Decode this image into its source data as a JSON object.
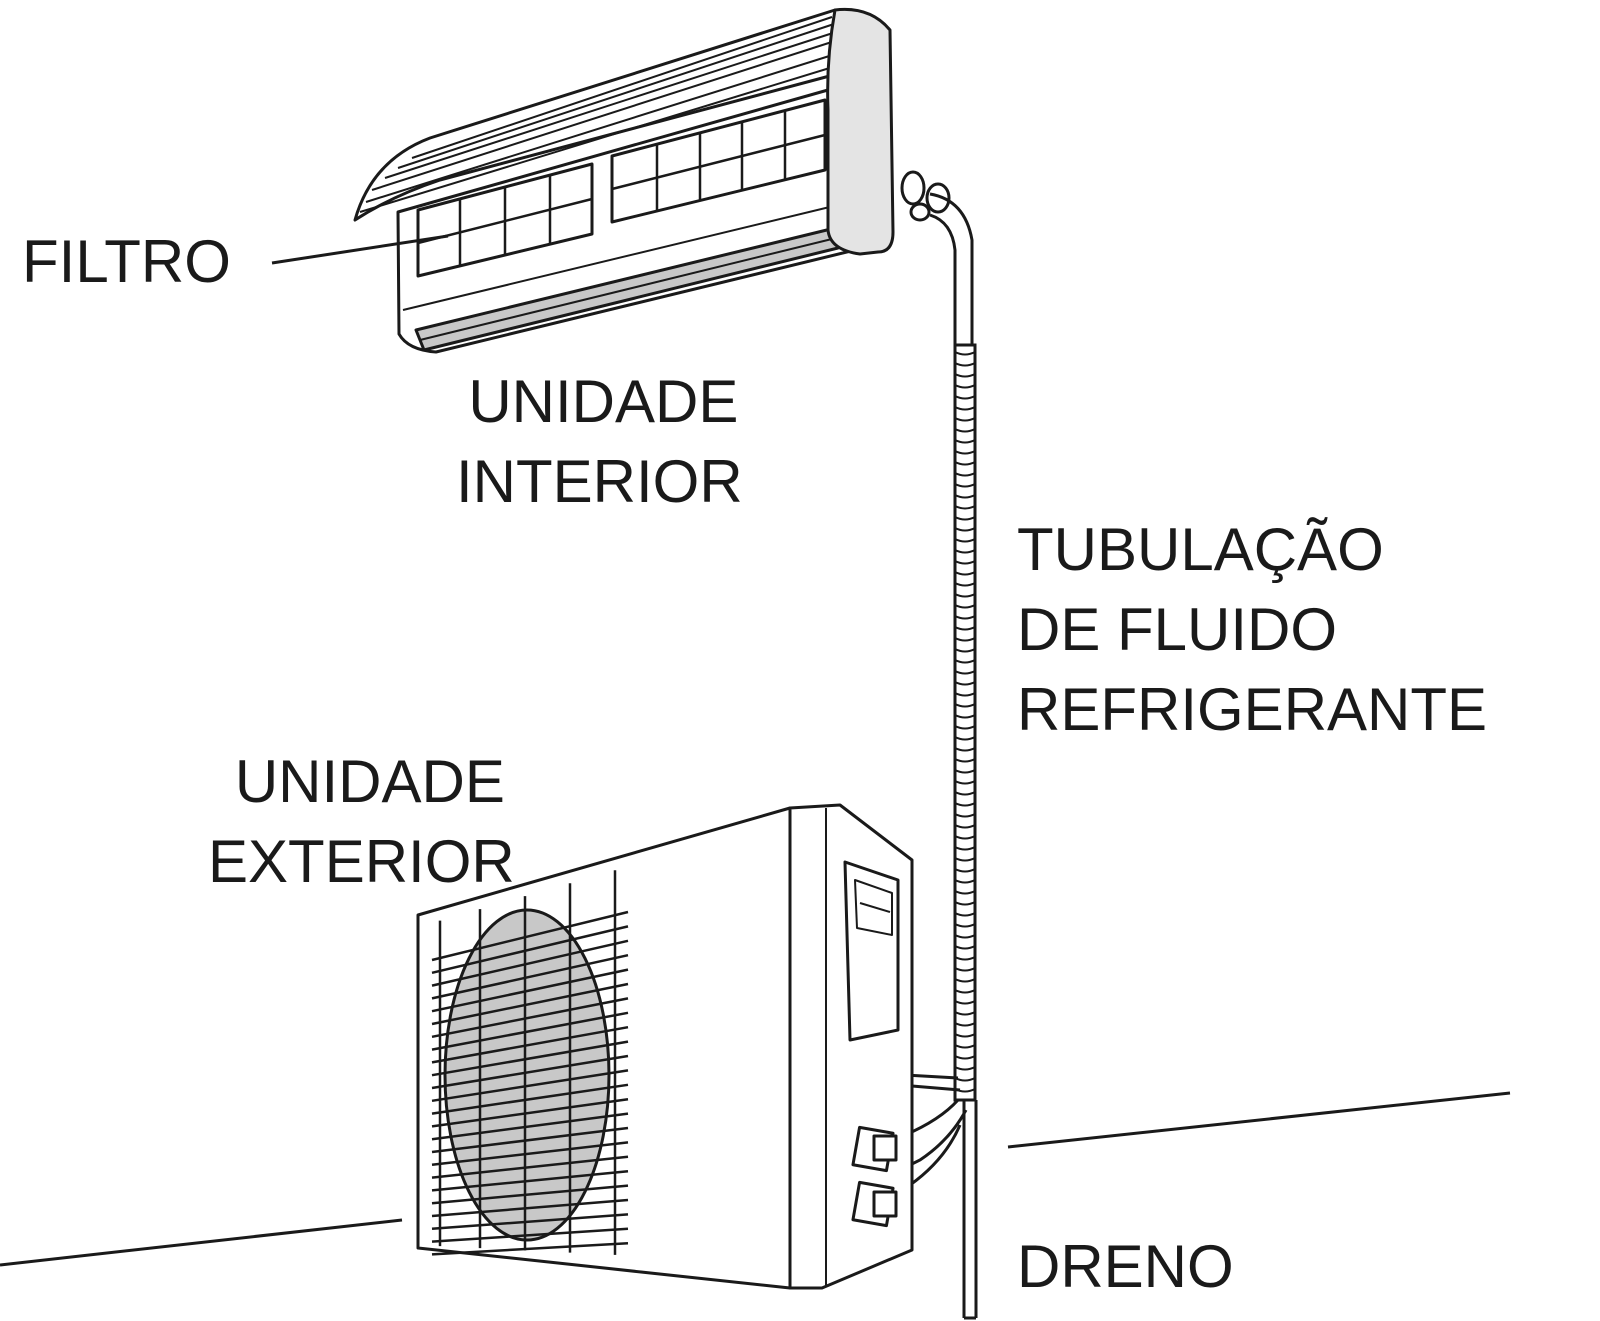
{
  "labels": {
    "filtro": "FILTRO",
    "indoor_unit": [
      "UNIDADE",
      "INTERIOR"
    ],
    "outdoor_unit": [
      "UNIDADE",
      "EXTERIOR"
    ],
    "piping": [
      "TUBULAÇÃO",
      "DE FLUIDO",
      "REFRIGERANTE"
    ],
    "drain": "DRENO"
  },
  "colors": {
    "line": "#1a1a1a",
    "fill_shade": "#c8c8c8",
    "fill_light": "#f2f2f2",
    "background": "#ffffff"
  }
}
